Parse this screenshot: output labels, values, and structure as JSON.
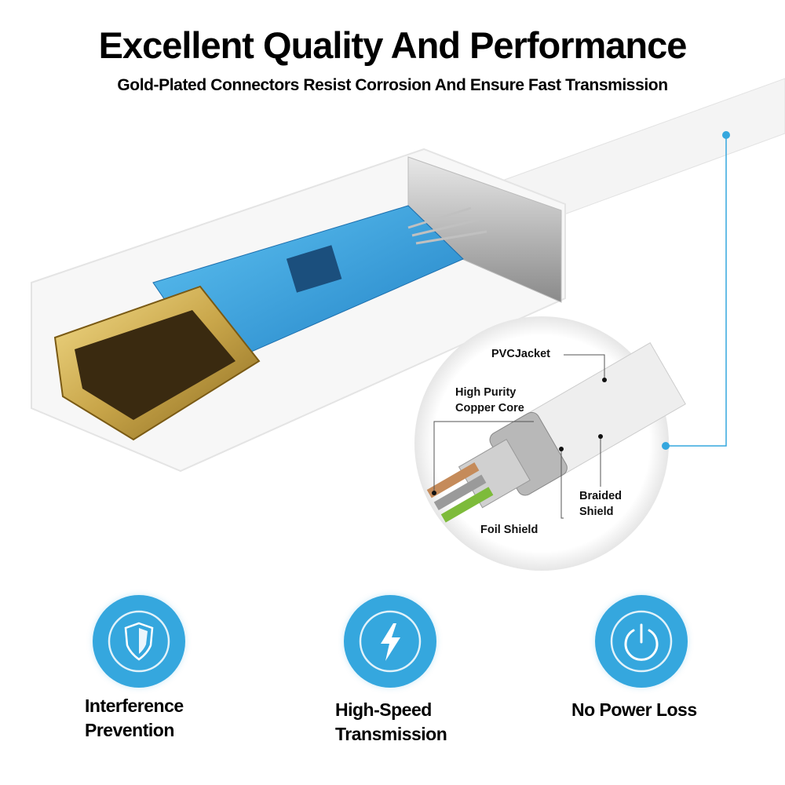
{
  "header": {
    "title": "Excellent Quality And Performance",
    "subtitle": "Gold-Plated Connectors Resist Corrosion And Ensure Fast Transmission"
  },
  "callouts": {
    "pvc_jacket": "PVCJacket",
    "copper_core_line1": "High Purity",
    "copper_core_line2": "Copper Core",
    "braided_shield_line1": "Braided",
    "braided_shield_line2": "Shield",
    "foil_shield": "Foil Shield"
  },
  "features": [
    {
      "icon": "shield-icon",
      "line1": "Interference",
      "line2": "Prevention"
    },
    {
      "icon": "lightning-icon",
      "line1": "High-Speed",
      "line2": "Transmission"
    },
    {
      "icon": "power-icon",
      "line1": "No Power Loss",
      "line2": ""
    }
  ],
  "colors": {
    "accent": "#35a7de",
    "gold": "#c9a64a",
    "pcb": "#2a8fd0"
  }
}
